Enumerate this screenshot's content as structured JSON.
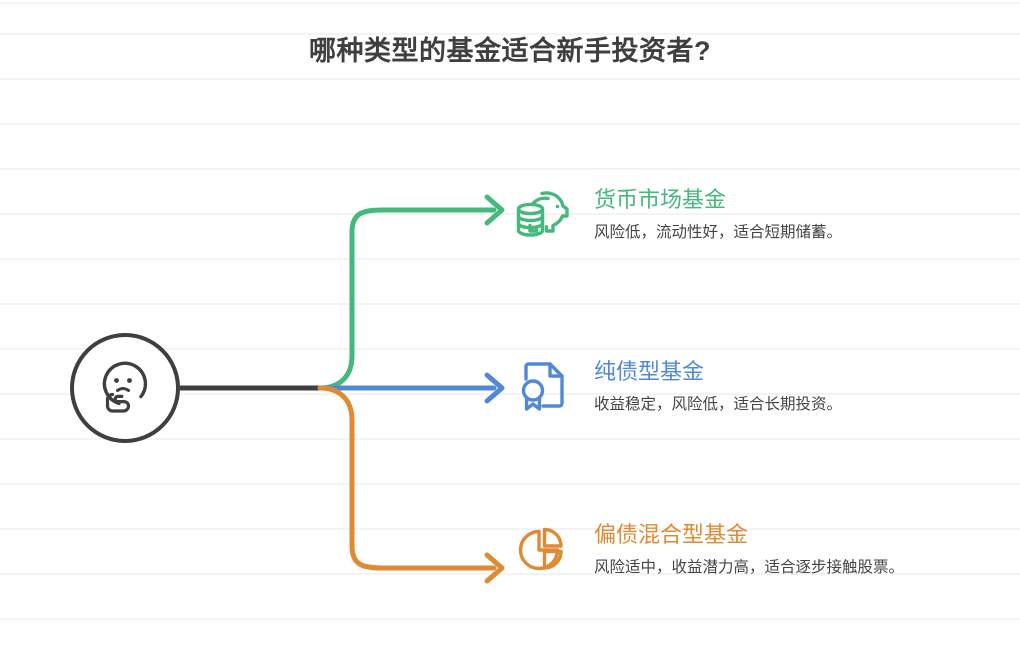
{
  "page": {
    "title": "哪种类型的基金适合新手投资者?",
    "background_color": "#ffffff",
    "gridline_color": "#f4f4f4",
    "title_color": "#3f3f3f"
  },
  "root": {
    "icon": "thinking-face-icon",
    "outline_color": "#3f3f3f",
    "trunk_color": "#3f3f3f"
  },
  "branches": [
    {
      "id": "money-market-fund",
      "icon": "piggy-bank-coins-icon",
      "title": "货币市场基金",
      "description": "风险低，流动性好，适合短期储蓄。",
      "color": "#45b97c"
    },
    {
      "id": "pure-bond-fund",
      "icon": "certificate-document-icon",
      "title": "纯债型基金",
      "description": "收益稳定，风险低，适合长期投资。",
      "color": "#5288d8"
    },
    {
      "id": "bond-oriented-hybrid-fund",
      "icon": "pie-chart-icon",
      "title": "偏债混合型基金",
      "description": "风险适中，收益潜力高，适合逐步接触股票。",
      "color": "#e08a33"
    }
  ]
}
